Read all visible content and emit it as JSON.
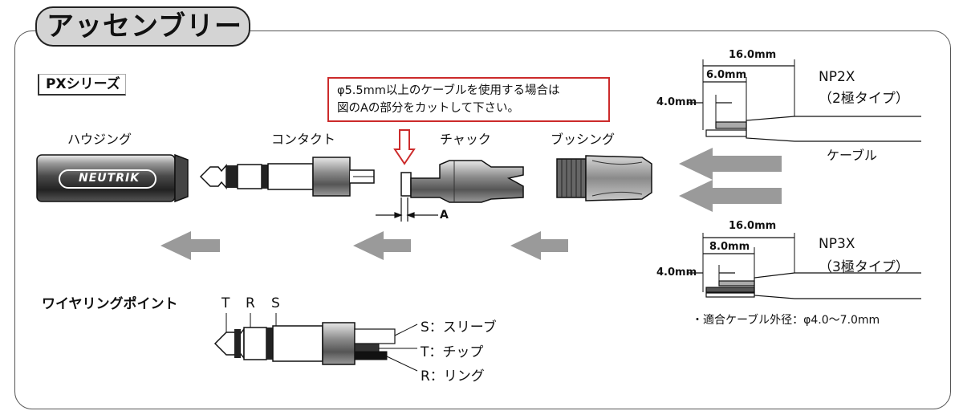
{
  "title": "アッセンブリー",
  "series_label": "PXシリーズ",
  "notice": {
    "line1": "φ5.5mm以上のケーブルを使用する場合は",
    "line2": "図のAの部分をカットして下さい。"
  },
  "components": {
    "housing": "ハウジング",
    "contact": "コンタクト",
    "chuck": "チャック",
    "bushing": "ブッシング"
  },
  "housing_brand": "NEUTRIK",
  "cut_label": "A",
  "np2x": {
    "name": "NP2X",
    "type": "（2極タイプ）",
    "total": "16.0mm",
    "inner": "6.0mm",
    "strip": "4.0mm"
  },
  "np3x": {
    "name": "NP3X",
    "type": "（3極タイプ）",
    "total": "16.0mm",
    "inner": "8.0mm",
    "strip": "4.0mm"
  },
  "cable_label": "ケーブル",
  "cable_note": "・適合ケーブル外径：φ4.0〜7.0mm",
  "wiring": {
    "title": "ワイヤリングポイント",
    "t": "T",
    "r": "R",
    "s": "S",
    "sleeve": "S：スリーブ",
    "tip": "T：チップ",
    "ring": "R：リング"
  },
  "colors": {
    "notice_border": "#cc2b2b",
    "arrow_gray": "#9a9a9a",
    "title_bg": "#d4d4d4"
  }
}
